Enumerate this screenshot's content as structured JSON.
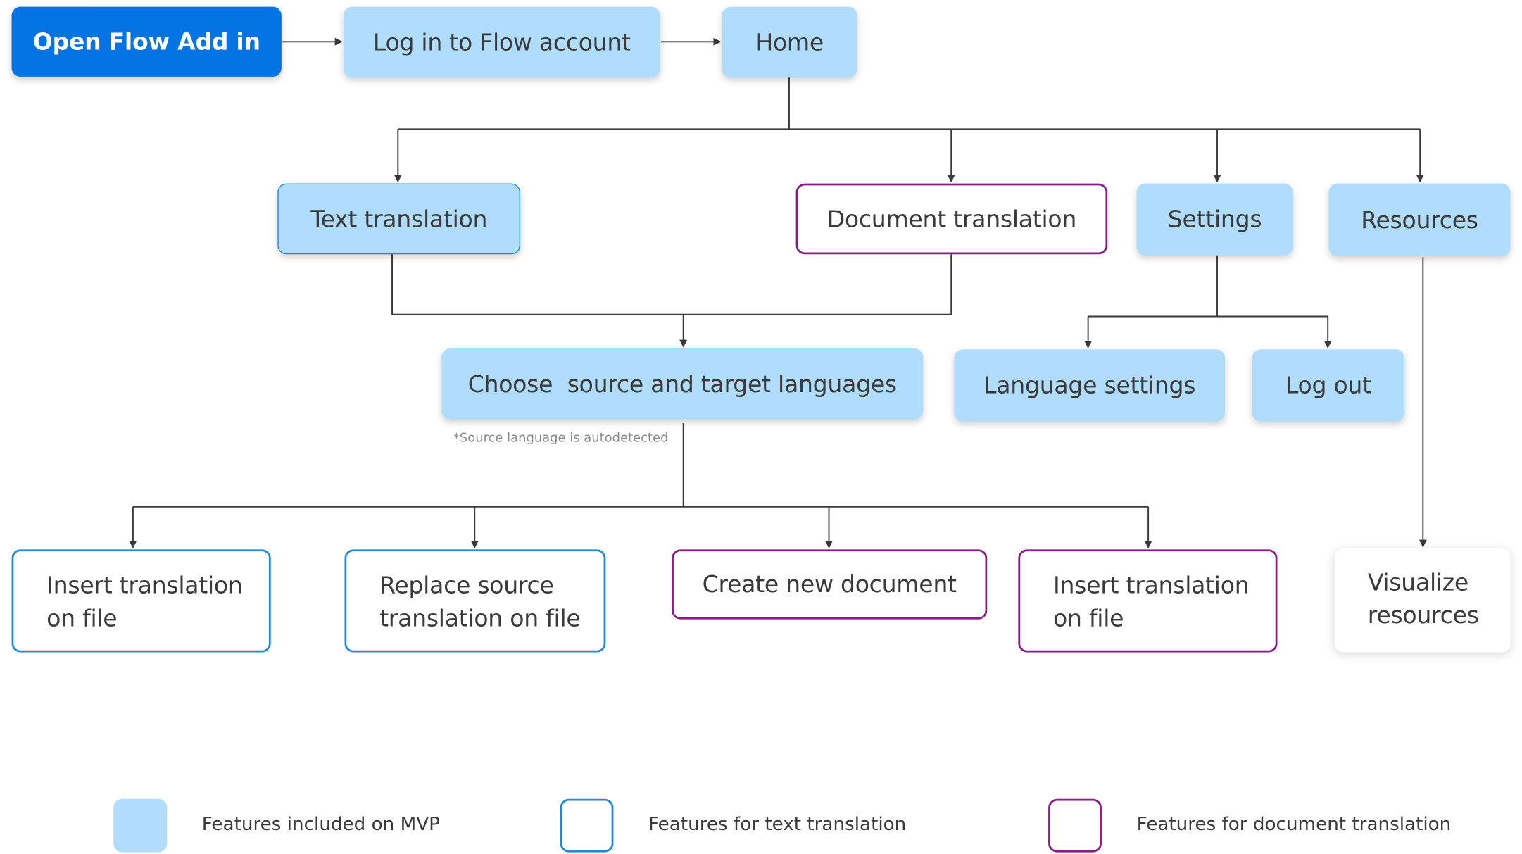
{
  "nodes": {
    "open_flow_addin": "Open Flow Add in",
    "log_in": "Log in to Flow account",
    "home": "Home",
    "text_translation": "Text translation",
    "document_translation": "Document translation",
    "settings": "Settings",
    "resources": "Resources",
    "choose_languages": "Choose  source and target languages",
    "language_settings": "Language settings",
    "log_out": "Log out",
    "insert_translation_text": "Insert translation on file",
    "replace_source": "Replace source translation on file",
    "create_new_document": "Create new document",
    "insert_translation_doc": "Insert translation on file",
    "visualize_resources": "Visualize resources"
  },
  "notes": {
    "autodetect": "*Source language is autodetected"
  },
  "legend": {
    "mvp": "Features included on MVP",
    "text": "Features for text translation",
    "document": "Features for document translation"
  },
  "colors": {
    "primary": "#0474e4",
    "mvp_fill": "#b0dcfd",
    "text_border": "#1e88e5",
    "document_border": "#8a1a86",
    "connector": "#3a3a3a"
  }
}
